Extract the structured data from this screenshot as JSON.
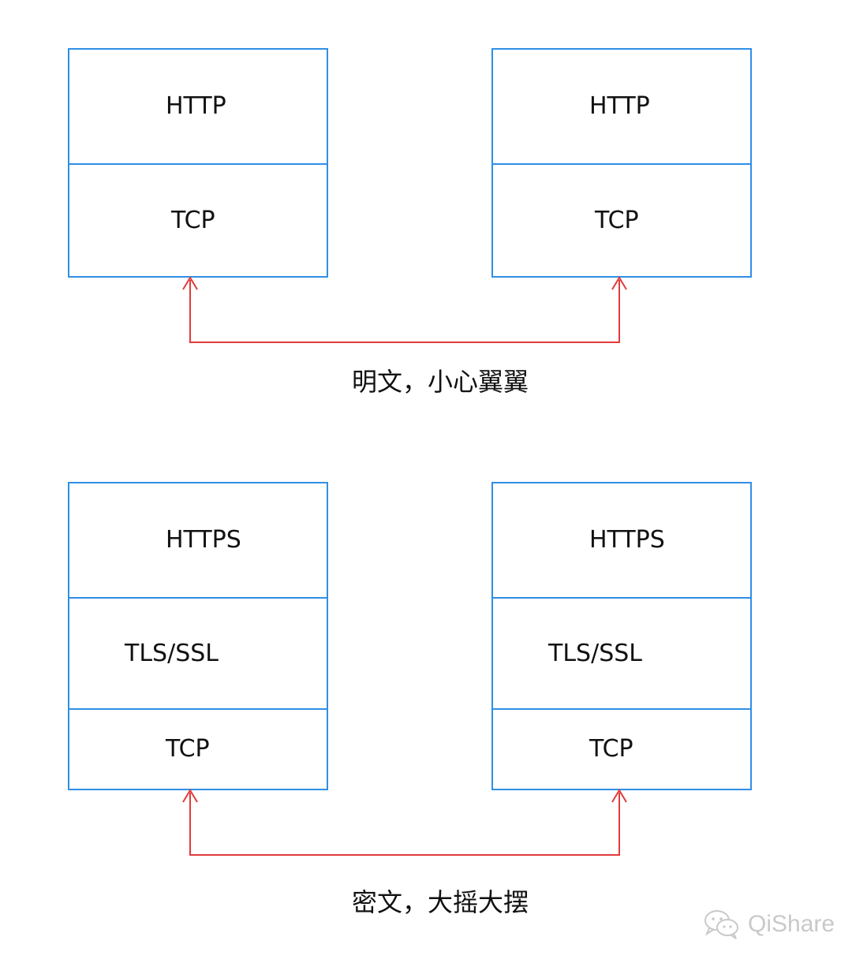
{
  "colors": {
    "box_border": "#2f8fe6",
    "arrow": "#e23b3b",
    "text": "#111111",
    "watermark": "#c9c9c9"
  },
  "diagram": {
    "plaintext": {
      "left_stack": [
        "HTTP",
        "TCP"
      ],
      "right_stack": [
        "HTTP",
        "TCP"
      ],
      "caption": "明文，小心翼翼"
    },
    "encrypted": {
      "left_stack": [
        "HTTPS",
        "TLS/SSL",
        "TCP"
      ],
      "right_stack": [
        "HTTPS",
        "TLS/SSL",
        "TCP"
      ],
      "caption": "密文，大摇大摆"
    }
  },
  "watermark": {
    "icon": "wechat-icon",
    "text": "QiShare"
  }
}
